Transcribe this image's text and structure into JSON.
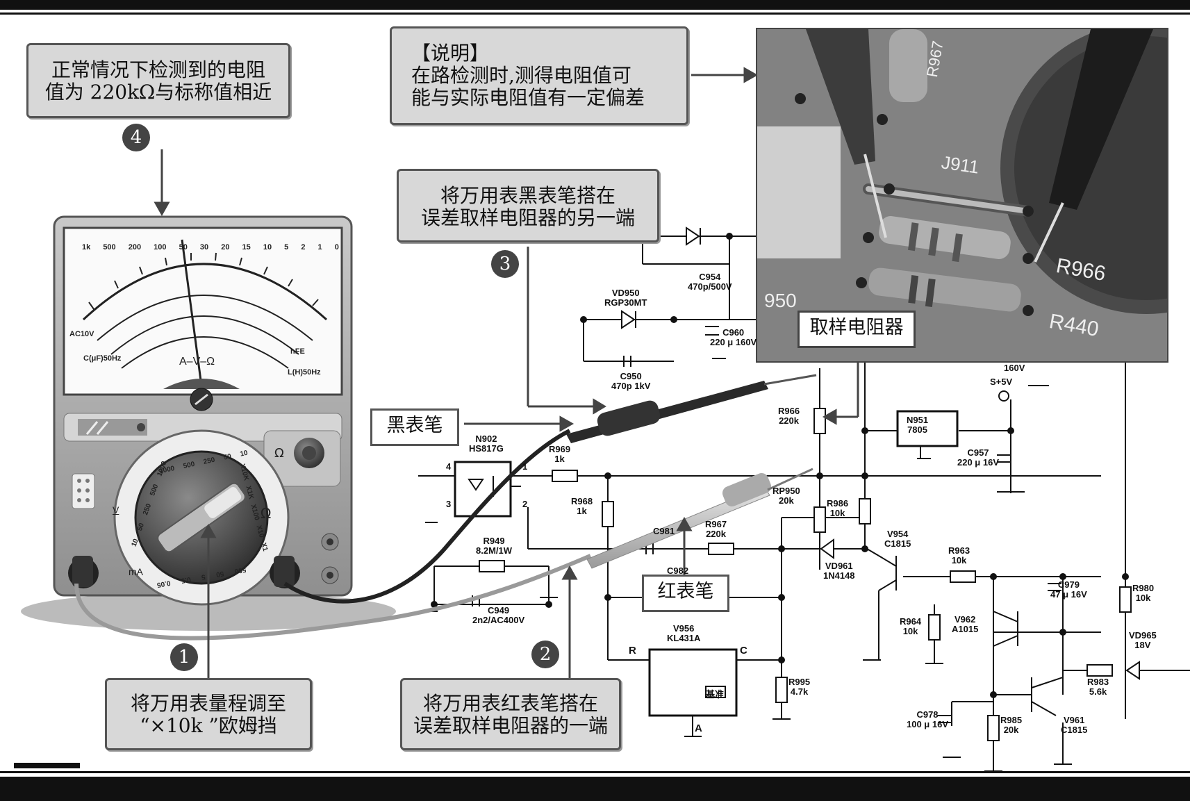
{
  "callouts": {
    "note4": {
      "lines": [
        "正常情况下检测到的电阻",
        "值为 220kΩ与标称值相近"
      ]
    },
    "desc": {
      "lines": [
        "【说明】",
        "在路检测时,测得电阻值可",
        "能与实际电阻值有一定偏差"
      ]
    },
    "note3": {
      "lines": [
        "将万用表黑表笔搭在",
        "误差取样电阻器的另一端"
      ]
    },
    "note1": {
      "lines": [
        "将万用表量程调至",
        "“×10k ”欧姆挡"
      ]
    },
    "note2": {
      "lines": [
        "将万用表红表笔搭在",
        "误差取样电阻器的一端"
      ]
    }
  },
  "labels": {
    "black_probe": "黑表笔",
    "red_probe": "红表笔",
    "sample_resistor": "取样电阻器"
  },
  "step_numbers": [
    "1",
    "2",
    "3",
    "4"
  ],
  "meter": {
    "scale_label": "A–V–Ω",
    "ac_label": "AC10V",
    "c_label": "C(μF)50Hz",
    "l_label": "L(H)50Hz",
    "ohm_symbol": "Ω",
    "ma_label": "mA",
    "v_label": "V",
    "hfe_label": "hFE",
    "top_scale": [
      "1k",
      "500",
      "200",
      "100",
      "50",
      "30",
      "20",
      "15",
      "10",
      "5",
      "2",
      "1",
      "0"
    ],
    "dial_top": [
      "1000",
      "500",
      "250",
      "50",
      "10"
    ],
    "dial_left": [
      "10",
      "50",
      "250",
      "500",
      "1000"
    ],
    "dial_right": [
      "X10K",
      "X1K",
      "X100",
      "X10",
      "X1"
    ],
    "dial_bottom": [
      "500",
      "50",
      "5",
      "0.5",
      "0.05"
    ]
  },
  "photo_marks": [
    "R967",
    "J911",
    "R966",
    "R440",
    "950"
  ],
  "schematic": {
    "components": [
      {
        "ref": "C954",
        "value": "470p/500V"
      },
      {
        "ref": "VD950",
        "value": "RGP30MT"
      },
      {
        "ref": "C960",
        "value": "220 μ 160V"
      },
      {
        "ref": "C950",
        "value": "470p 1kV"
      },
      {
        "ref": "N902",
        "value": "HS817G"
      },
      {
        "ref": "R969",
        "value": "1k"
      },
      {
        "ref": "R966",
        "value": "220k"
      },
      {
        "ref": "N951",
        "value": "7805"
      },
      {
        "ref": "C957",
        "value": "220 μ 16V"
      },
      {
        "ref": "R968",
        "value": "1k"
      },
      {
        "ref": "RP950",
        "value": "20k"
      },
      {
        "ref": "R986",
        "value": "10k"
      },
      {
        "ref": "R949",
        "value": "8.2M/1W"
      },
      {
        "ref": "R967",
        "value": "220k"
      },
      {
        "ref": "V954",
        "value": "C1815"
      },
      {
        "ref": "R963",
        "value": "10k"
      },
      {
        "ref": "C979",
        "value": "47 μ 16V"
      },
      {
        "ref": "R980",
        "value": "10k"
      },
      {
        "ref": "VD961",
        "value": "1N4148"
      },
      {
        "ref": "C949",
        "value": "2n2/AC400V"
      },
      {
        "ref": "V956",
        "value": "KL431A"
      },
      {
        "ref": "R964",
        "value": "10k"
      },
      {
        "ref": "V962",
        "value": "A1015"
      },
      {
        "ref": "VD965",
        "value": "18V"
      },
      {
        "ref": "R983",
        "value": "5.6k"
      },
      {
        "ref": "R995",
        "value": "4.7k"
      },
      {
        "ref": "C978",
        "value": "100 μ 16V"
      },
      {
        "ref": "R985",
        "value": "20k"
      },
      {
        "ref": "V961",
        "value": "C1815"
      }
    ],
    "misc": {
      "s5v": "S+5V",
      "v160": "160V",
      "c981": "C981",
      "c982": "C982",
      "pin_r": "R",
      "pin_c": "C",
      "pin_a": "A",
      "ref_box": "基准",
      "pin1": "1",
      "pin2": "2",
      "pin3": "3",
      "pin4": "4"
    }
  },
  "colors": {
    "callout_bg": "#d8d8d8",
    "border": "#555555",
    "probe_black": "#2a2a2a",
    "probe_red": "#bdbdbd"
  }
}
